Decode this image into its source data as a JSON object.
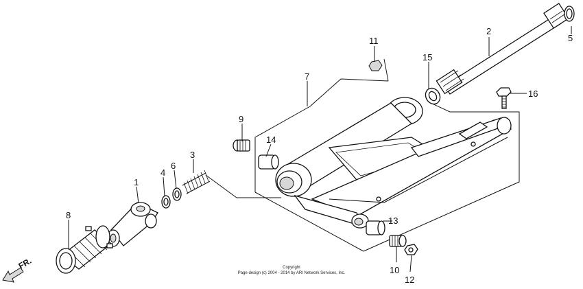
{
  "callouts": {
    "p1": "1",
    "p2": "2",
    "p3": "3",
    "p4": "4",
    "p5": "5",
    "p6": "6",
    "p7": "7",
    "p8": "8",
    "p9": "9",
    "p10": "10",
    "p11": "11",
    "p12": "12",
    "p13": "13",
    "p14": "14",
    "p15": "15",
    "p16": "16"
  },
  "direction_label": "FR.",
  "copyright": {
    "line1": "Copyright",
    "line2": "Page design (c) 2004 - 2014 by ARI Network Services, Inc."
  }
}
